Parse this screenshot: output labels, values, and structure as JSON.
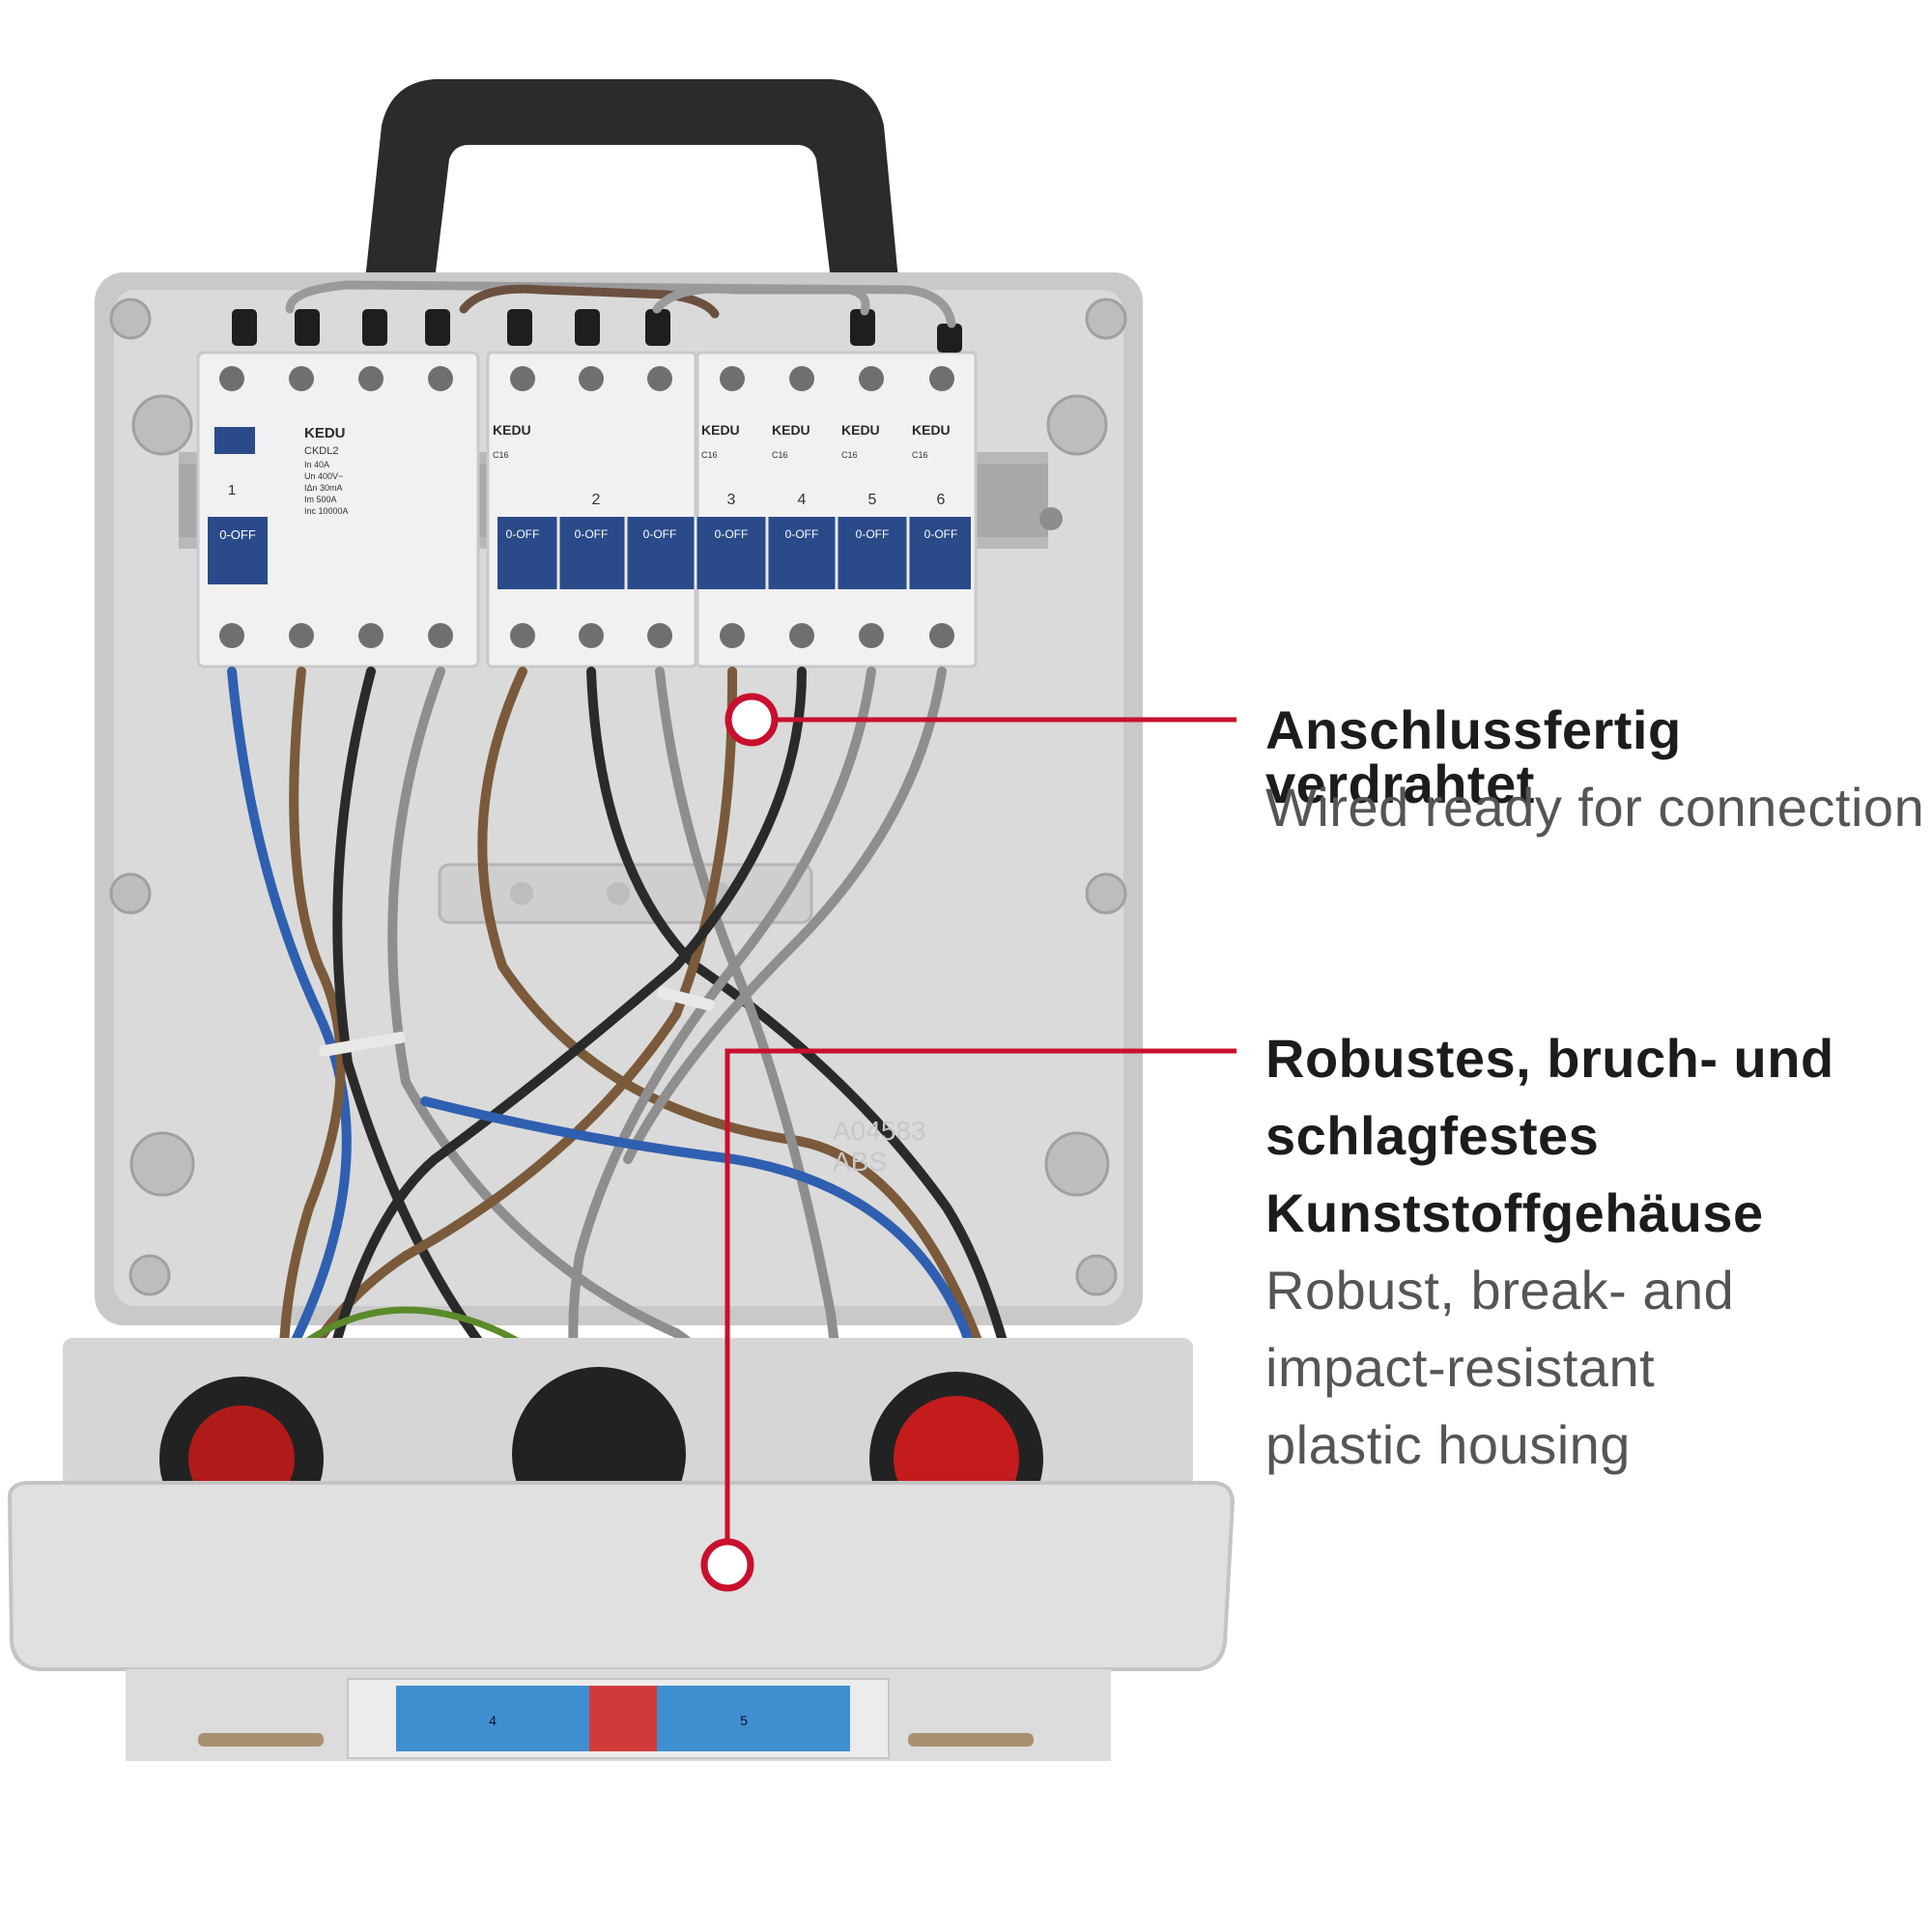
{
  "product": {
    "breakers": {
      "brand": "KEDU",
      "rcd": {
        "model": "CKDL2",
        "specs": [
          "In 40A",
          "Un 400V~",
          "IΔn 30mA",
          "Im 500A",
          "Inc 10000A"
        ],
        "switch_label": "0-OFF",
        "number": "1"
      },
      "mcbs": [
        {
          "number": "2",
          "rating": "C16",
          "switch_label": "0-OFF"
        },
        {
          "number": "3",
          "rating": "C16",
          "switch_label": "0-OFF"
        },
        {
          "number": "4",
          "rating": "C16",
          "switch_label": "0-OFF"
        },
        {
          "number": "5",
          "rating": "C16",
          "switch_label": "0-OFF"
        },
        {
          "number": "6",
          "rating": "C16",
          "switch_label": "0-OFF"
        }
      ]
    },
    "housing_mark": [
      "A04583",
      "ABS"
    ],
    "bottom_labels": [
      "4",
      "5"
    ]
  },
  "callouts": [
    {
      "id": "wired",
      "de": "Anschlussfertig verdrahtet",
      "en": "Wired ready for connection"
    },
    {
      "id": "housing",
      "de_lines": [
        "Robustes, bruch- und",
        "schlagfestes",
        "Kunststoffgehäuse"
      ],
      "en_lines": [
        "Robust, break- and",
        "impact-resistant",
        "plastic housing"
      ]
    }
  ],
  "colors": {
    "accent": "#c8102e",
    "breaker_blue": "#2a4a8a",
    "housing_grey": "#d9d9d9"
  }
}
